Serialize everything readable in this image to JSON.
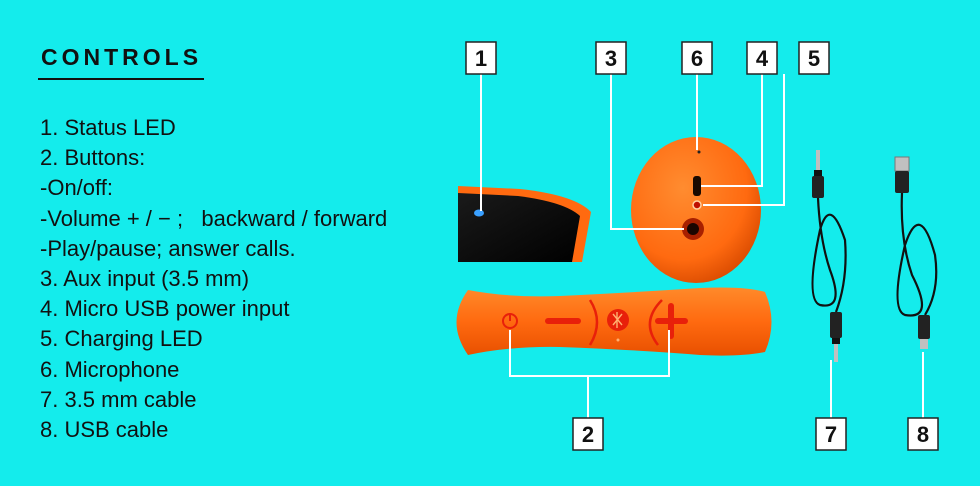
{
  "heading": "CONTROLS",
  "controls": [
    "1. Status LED",
    "2. Buttons:",
    "-On/off:",
    "-Volume + / − ;   backward / forward",
    "-Play/pause; answer calls.",
    "3. Aux input (3.5 mm)",
    "4. Micro USB power input",
    "5. Charging LED",
    "6. Microphone",
    "7. 3.5 mm cable",
    "8. USB cable"
  ],
  "callouts": [
    "1",
    "3",
    "6",
    "4",
    "5",
    "2",
    "7",
    "8"
  ],
  "colors": {
    "background": "#14ecec",
    "device_orange": "#ff6a10",
    "button_red": "#e8200a",
    "callout_box": "#ffffff"
  }
}
